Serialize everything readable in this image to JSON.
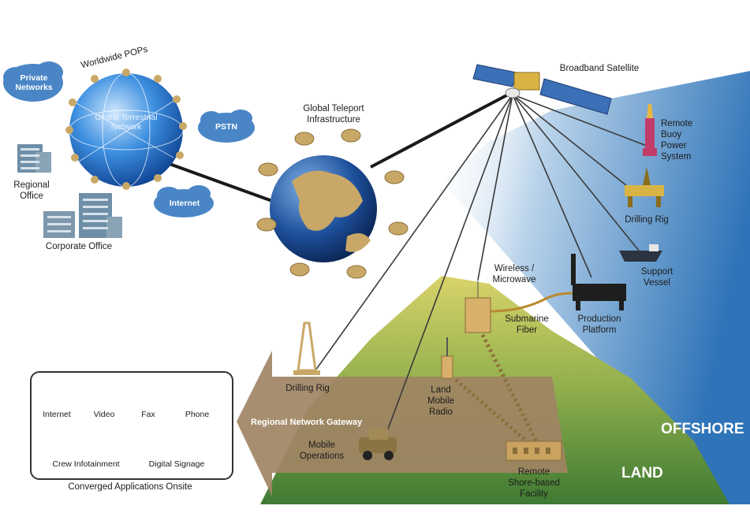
{
  "network": {
    "worldwide_pops": "Worldwide POPs",
    "private_networks": "Private\nNetworks",
    "global_terrestrial": "Global Terrestrial\nNetwork",
    "pstn": "PSTN",
    "internet_cloud": "Internet",
    "regional_office": "Regional\nOffice",
    "corporate_office": "Corporate Office",
    "teleport": "Global Teleport\nInfrastructure",
    "satellite": "Broadband Satellite"
  },
  "offshore": {
    "remote_buoy": "Remote\nBuoy\nPower\nSystem",
    "drilling_rig": "Drilling Rig",
    "support_vessel": "Support\nVessel",
    "wireless": "Wireless /\nMicrowave",
    "submarine_fiber": "Submarine\nFiber",
    "production_platform": "Production\nPlatform",
    "offshore_label": "OFFSHORE",
    "land_label": "LAND"
  },
  "land": {
    "drilling_rig": "Drilling Rig",
    "land_mobile_radio": "Land\nMobile\nRadio",
    "gateway": "Regional Network Gateway",
    "mobile_operations": "Mobile\nOperations",
    "remote_facility": "Remote\nShore-based\nFacility"
  },
  "apps": {
    "internet": "Internet",
    "video": "Video",
    "fax": "Fax",
    "phone": "Phone",
    "crew": "Crew Infotainment",
    "signage": "Digital Signage",
    "caption": "Converged Applications Onsite"
  },
  "colors": {
    "cloud": "#4a86c6",
    "arrow": "#a08464",
    "tan": "#c9a867",
    "globe_blue": "#2f6fbf",
    "ocean": "#5f98cf",
    "land_green": "#5f8a3a"
  }
}
